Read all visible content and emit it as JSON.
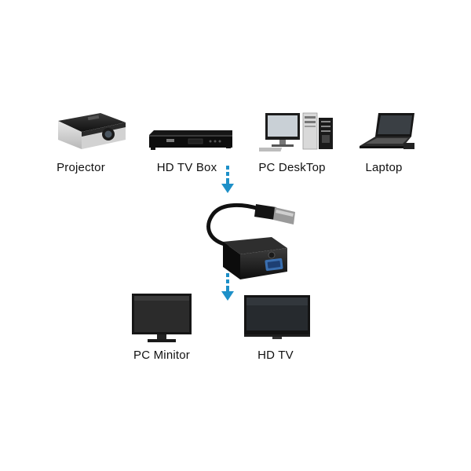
{
  "sources": [
    {
      "label": "Projector",
      "icon": "projector-icon"
    },
    {
      "label": "HD TV Box",
      "icon": "set-top-box-icon"
    },
    {
      "label": "PC  DeskTop",
      "icon": "desktop-pc-icon"
    },
    {
      "label": "Laptop",
      "icon": "laptop-icon"
    }
  ],
  "adapter": {
    "icon": "usb-to-vga-adapter-icon"
  },
  "outputs": [
    {
      "label": "PC  Minitor",
      "icon": "pc-monitor-icon"
    },
    {
      "label": "HD TV",
      "icon": "hd-tv-icon"
    }
  ],
  "colors": {
    "arrow": "#1e90c8",
    "device_dark": "#1a1a1a",
    "text": "#111111"
  }
}
